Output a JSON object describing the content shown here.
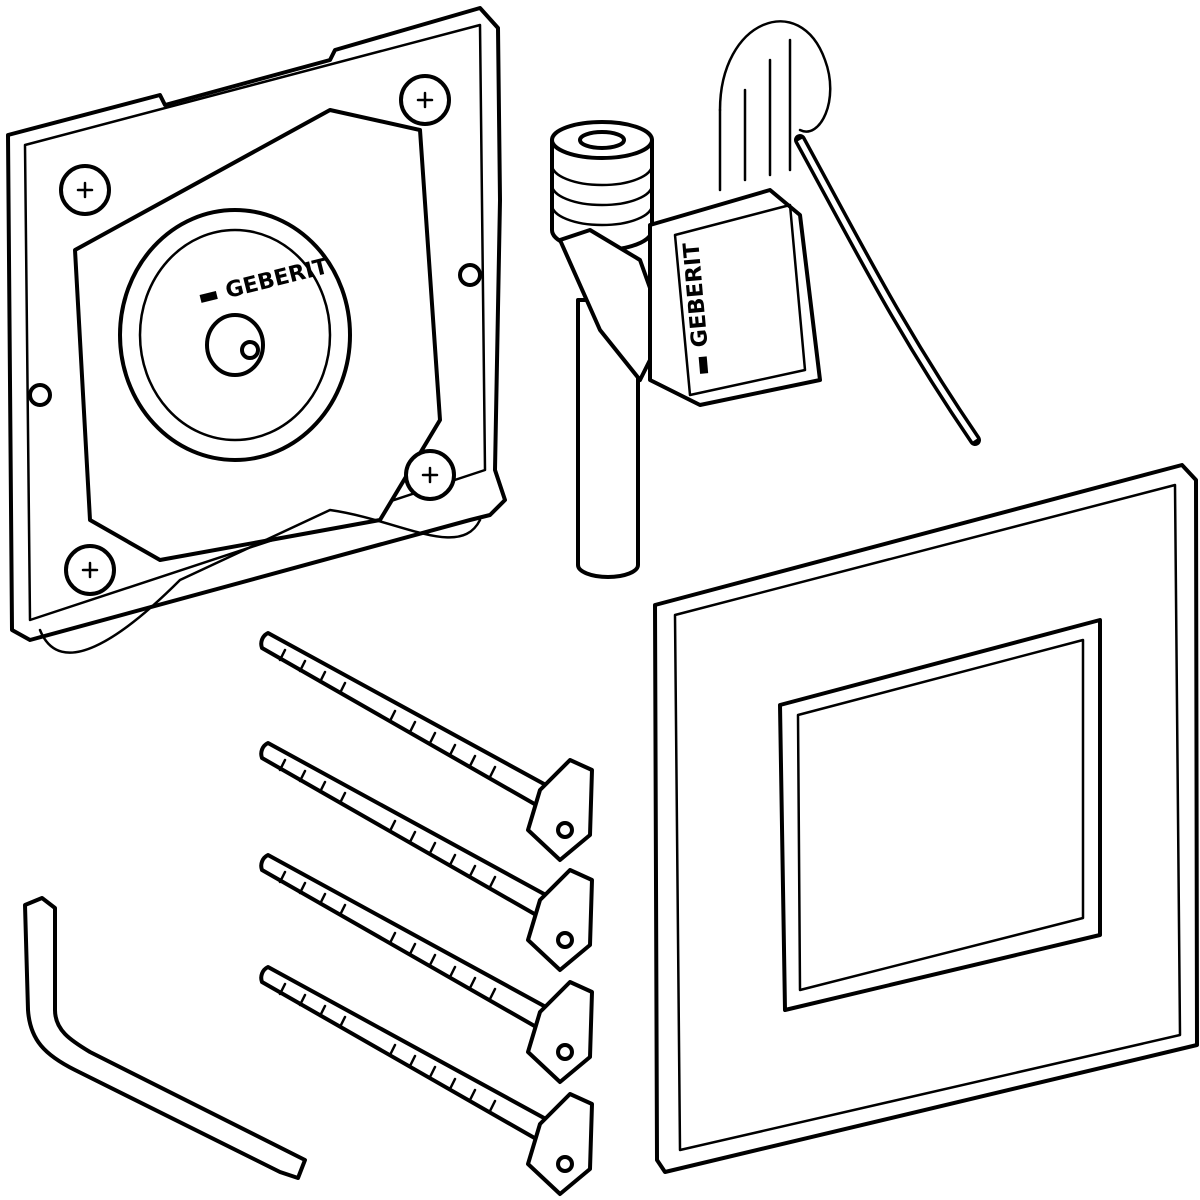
{
  "drawing": {
    "parts": [
      {
        "name": "mounting-plate",
        "logo_text": "GEBERIT"
      },
      {
        "name": "solenoid-valve",
        "logo_text": "GEBERIT"
      },
      {
        "name": "cover-plate"
      },
      {
        "name": "threaded-rods",
        "count": 4
      },
      {
        "name": "allen-key"
      }
    ],
    "colors": {
      "line": "#000000",
      "background": "#ffffff"
    }
  }
}
